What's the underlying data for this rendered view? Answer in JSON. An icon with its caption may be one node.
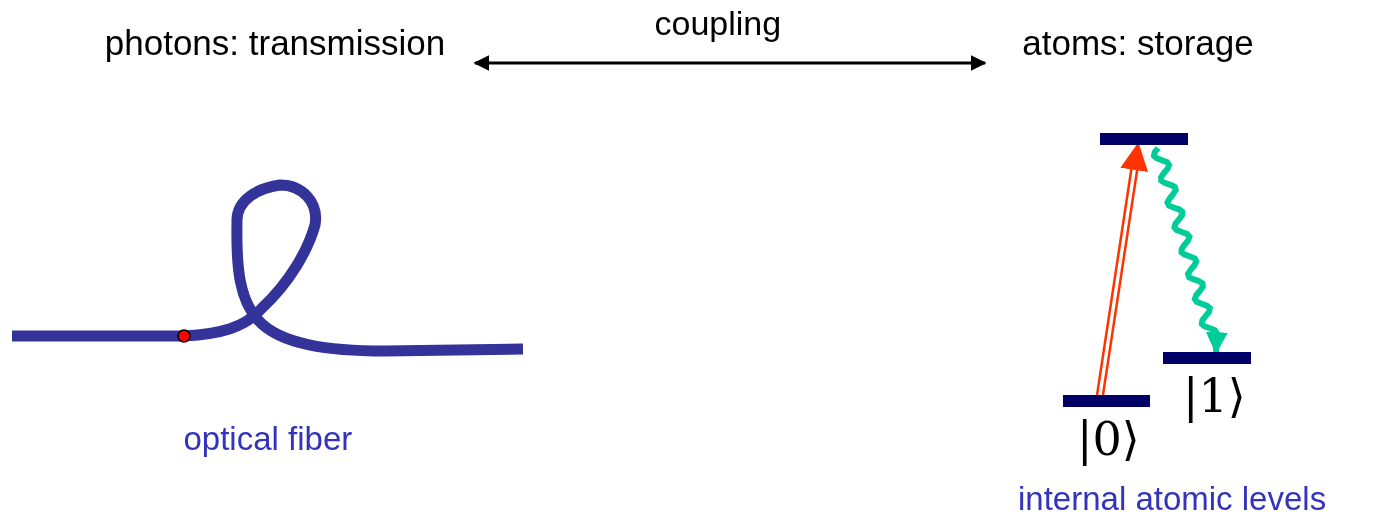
{
  "diagram": {
    "nodes": [
      {
        "text": [
          "photons: transmission"
        ]
      },
      {
        "text": [
          "atoms: storage"
        ]
      },
      {
        "text": [],
        "shape": "bar"
      },
      {
        "text": [],
        "shape": "bar",
        "beside": [
          "|0⟩"
        ]
      },
      {
        "text": [],
        "shape": "bar",
        "beside": [
          "|1⟩"
        ]
      }
    ],
    "edges": [
      {
        "from": 0,
        "to": 1,
        "arrow": "both",
        "label": "coupling"
      },
      {
        "from": 3,
        "to": 2,
        "arrow": "to",
        "color": "#ff3300"
      },
      {
        "from": 2,
        "to": 4,
        "arrow": "to",
        "color": "#00cc99",
        "style": "thick"
      }
    ],
    "labels": [
      "optical fiber",
      "internal atomic levels"
    ]
  }
}
